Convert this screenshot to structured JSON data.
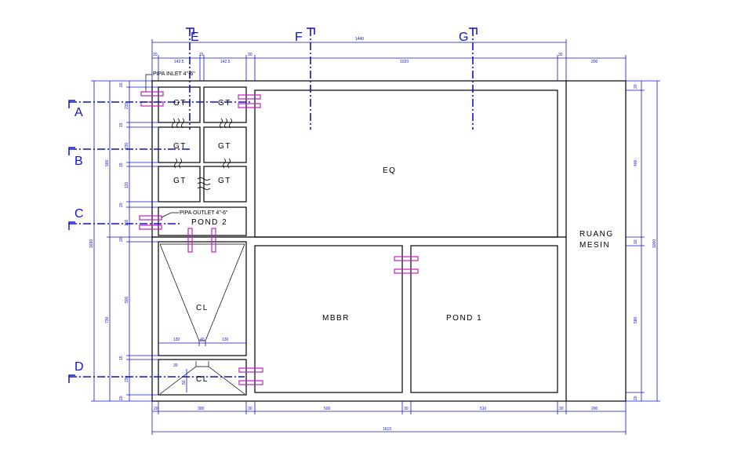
{
  "sections": {
    "A": "A",
    "B": "B",
    "C": "C",
    "D": "D",
    "E": "E",
    "F": "F",
    "G": "G"
  },
  "rooms": {
    "gt1": "GT",
    "gt2": "GT",
    "gt3": "GT",
    "gt4": "GT",
    "gt5": "GT",
    "gt6": "GT",
    "eq": "EQ",
    "pond2": "POND 2",
    "cl_upper": "CL",
    "cl_lower": "CL",
    "mbbr": "MBBR",
    "pond1": "POND 1",
    "ruang_line1": "RUANG",
    "ruang_line2": "MESIN"
  },
  "notes": {
    "pipa_inlet": "PIPA INLET 4\"-6\"",
    "pipa_outlet": "PIPA OUTLET 4\"-6\""
  },
  "dims_top": {
    "overall": "1440",
    "d1": "20",
    "d2": "142.5",
    "d3": "15",
    "d4": "142.5",
    "d5": "30",
    "d6": "1020",
    "d7": "30",
    "d8": "200"
  },
  "dims_bottom": {
    "overall": "1610",
    "d1": "20",
    "d2": "300",
    "d3": "30",
    "d4": "500",
    "d5": "30",
    "d6": "510",
    "d7": "30",
    "d8": "200"
  },
  "dims_left": {
    "d1": "20",
    "d2": "230",
    "d3": "15",
    "d4": "230",
    "d5": "15",
    "d6": "120",
    "d7": "20",
    "d8": "100",
    "d9": "20",
    "d10": "500",
    "d11": "15",
    "d12": "230",
    "d13": "20",
    "inner_upper": "900",
    "inner_lower": "730",
    "overall": "1690"
  },
  "dims_right": {
    "d1": "20",
    "d2": "400",
    "d3": "10",
    "d4": "580",
    "d5": "20",
    "overall": "1000"
  },
  "dims_cl": {
    "a": "130",
    "b": "40",
    "c": "130",
    "d": "30",
    "e": "50"
  }
}
